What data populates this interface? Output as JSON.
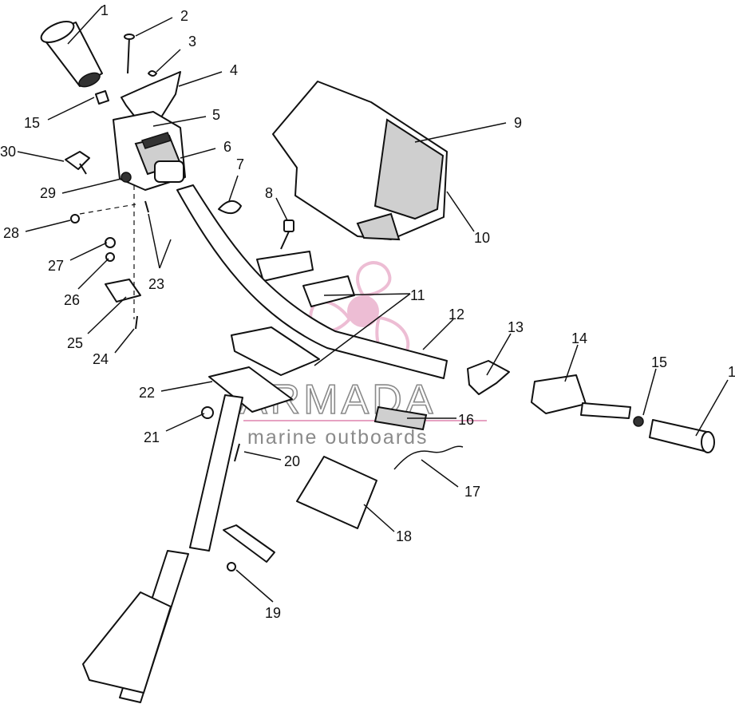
{
  "callouts": [
    "1",
    "2",
    "3",
    "4",
    "15",
    "5",
    "30",
    "6",
    "29",
    "7",
    "9",
    "8",
    "28",
    "10",
    "27",
    "26",
    "23",
    "11",
    "25",
    "12",
    "13",
    "24",
    "14",
    "15",
    "1",
    "22",
    "16",
    "21",
    "20",
    "17",
    "18",
    "19"
  ],
  "watermark": {
    "title": "ARMADA",
    "subtitle": "marine outboards",
    "accent_color": "#e6a2c2",
    "text_color": "#8a8a8a"
  }
}
